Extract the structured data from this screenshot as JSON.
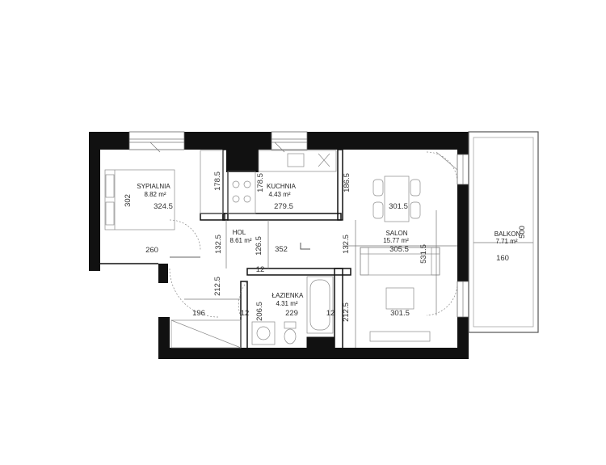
{
  "rooms": {
    "sypialnia": {
      "name": "SYPIALNIA",
      "area": "8.82 m²"
    },
    "kuchnia": {
      "name": "KUCHNIA",
      "area": "4.43 m²"
    },
    "hol": {
      "name": "HOL",
      "area": "8.61 m²"
    },
    "salon": {
      "name": "SALON",
      "area": "15.77 m²"
    },
    "balkon": {
      "name": "BALKON",
      "area": "7.71 m²"
    },
    "lazienka": {
      "name": "ŁAZIENKA",
      "area": "4.31 m²"
    }
  },
  "dimensions": {
    "sypialnia_height": "302",
    "sypialnia_width": "324.5",
    "sypialnia_wardrobe": "178.5",
    "sypialnia_bottom": "260",
    "kuchnia_height": "178.5",
    "kuchnia_width": "279.5",
    "salon_top_height": "186.5",
    "salon_width_top": "301.5",
    "hol_height_1": "132.5",
    "hol_height_2": "126.5",
    "hol_width": "352",
    "salon_height_mid": "132.5",
    "salon_width_mid": "305.5",
    "salon_depth": "531.5",
    "salon_height_low": "212.5",
    "salon_width_low": "301.5",
    "balkon_depth": "500",
    "balkon_width": "160",
    "hol_left_height": "212.5",
    "hol_bottom_width": "196",
    "wall_12_a": "12",
    "wall_12_b": "12",
    "wall_12_c": "12",
    "lazienka_height": "206.5",
    "lazienka_width": "229"
  },
  "colors": {
    "wall": "#111111",
    "line": "#777777",
    "furniture": "#8a8a8a"
  }
}
